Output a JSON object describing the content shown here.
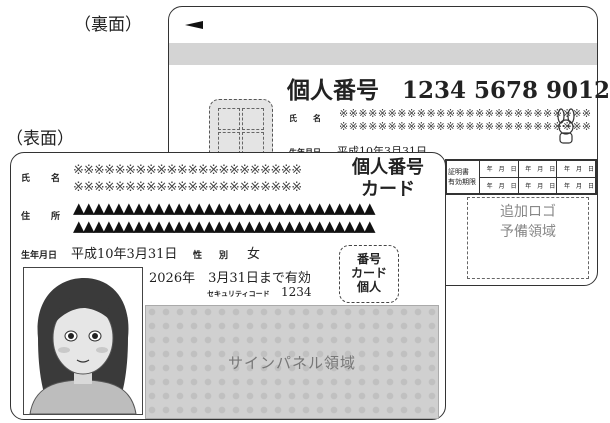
{
  "labels": {
    "back": "（裏面）",
    "front": "（表面）"
  },
  "back": {
    "number": "個人番号　1234  5678  9012",
    "name_label": "氏　名",
    "name_value": "※※※※※※※※※※※※※※※※※※※※※※※※※※",
    "dob_label": "生年月日",
    "dob_value": "平成10年3月31日",
    "validity_label": "証明書\n有効期限",
    "validity_cell": "年　月　日",
    "additional_logo_line1": "追加ロゴ",
    "additional_logo_line2": "予備領域"
  },
  "front": {
    "name_label": "氏　名",
    "name_value1": "※※※※※※※※※※※※※※※※※※※※※※",
    "name_value2": "※※※※※※※※※※※※※※※※※※※※※※",
    "title_line1": "個人番号",
    "title_line2": "カード",
    "address_label": "住　所",
    "address_value": "▲▲▲▲▲▲▲▲▲▲▲▲▲▲▲▲▲▲▲▲▲▲▲▲▲▲▲▲▲▲",
    "dob_label": "生年月日",
    "dob_value": "平成10年3月31日",
    "sex_label": "性　別",
    "sex_value": "女",
    "expiry": "2026年　3月31日まで有効",
    "security_code_label": "セキュリティコード",
    "security_code_value": "1234",
    "stamp_text": "番号\nカード\n個人",
    "sign_panel": "サインパネル領域"
  }
}
